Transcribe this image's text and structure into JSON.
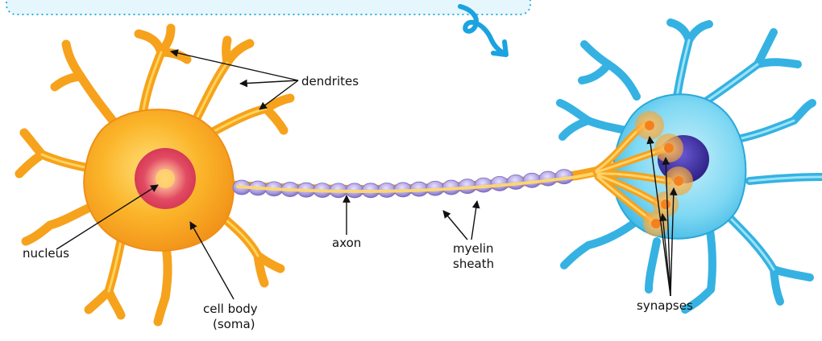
{
  "diagram": {
    "labels": {
      "dendrites": "dendrites",
      "nucleus": "nucleus",
      "cell_body_line1": "cell body",
      "cell_body_line2": "(soma)",
      "axon": "axon",
      "myelin_line1": "myelin",
      "myelin_line2": "sheath",
      "synapses": "synapses"
    },
    "colors": {
      "banner_border": "#29b0e6",
      "banner_fill": "#e6f6fd",
      "arrow_accent": "#1aa3e0",
      "soma_outer": "#f6a21c",
      "soma_inner": "#ffd35a",
      "nucleus_outer": "#e2415d",
      "nucleus_inner": "#ffd36b",
      "axon": "#f6a21c",
      "myelin": "#a99be0",
      "target_cell": "#6fd0f0",
      "target_nucleus": "#3d2f9e",
      "synapse_glow": "#f7b84c"
    },
    "icons": {
      "curly_arrow": "curly-down-arrow-icon"
    }
  }
}
